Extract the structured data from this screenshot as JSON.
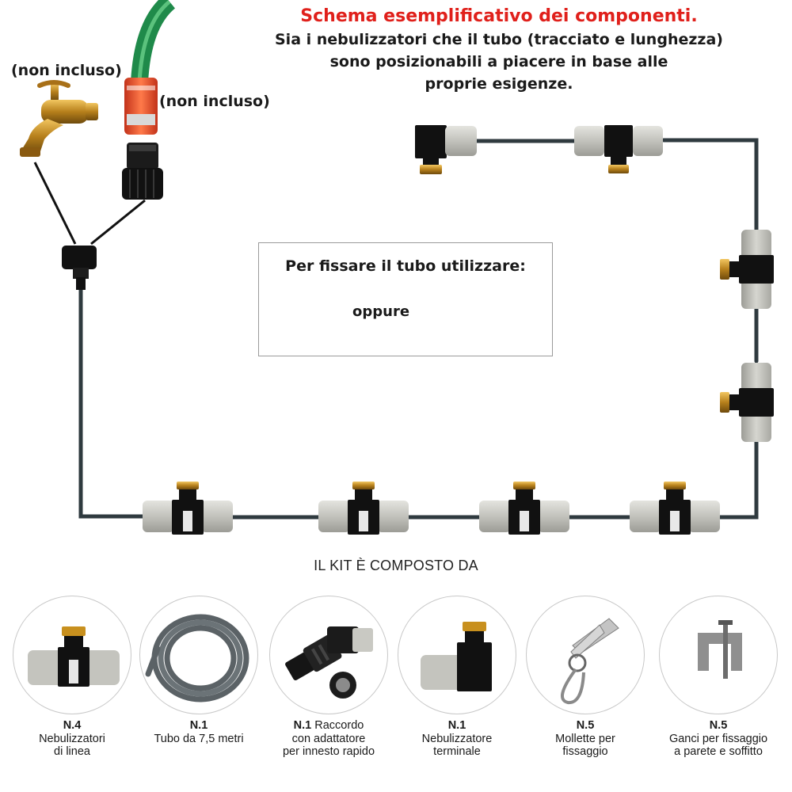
{
  "header": {
    "title": "Schema esemplificativo dei componenti.",
    "lines": [
      "Sia i nebulizzatori che il tubo (tracciato e lunghezza)",
      "sono posizionabili a piacere in base alle",
      "proprie esigenze."
    ]
  },
  "notes": {
    "tap_not_included": "(non incluso)",
    "hose_not_included": "(non incluso)"
  },
  "fixing": {
    "title": "Per fissare il tubo utilizzare:",
    "or": "oppure"
  },
  "kit": {
    "heading": "IL KIT È COMPOSTO DA",
    "items": [
      {
        "qty": "N.4",
        "line1": "Nebulizzatori",
        "line2": "di linea",
        "icon": "inline-nozzle-icon"
      },
      {
        "qty": "N.1",
        "line1": "Tubo da 7,5 metri",
        "line2": "",
        "icon": "hose-coil-icon"
      },
      {
        "qty": "N.1",
        "line1": "Raccordo",
        "line1b": "con adattatore",
        "line2": "per innesto rapido",
        "icon": "quick-connector-icon"
      },
      {
        "qty": "N.1",
        "line1": "Nebulizzatore",
        "line2": "terminale",
        "icon": "end-nozzle-icon"
      },
      {
        "qty": "N.5",
        "line1": "Mollette per",
        "line2": "fissaggio",
        "icon": "clip-icon"
      },
      {
        "qty": "N.5",
        "line1": "Ganci per fissaggio",
        "line2": "a parete e soffitto",
        "icon": "hook-icon"
      }
    ]
  },
  "colors": {
    "title_red": "#e0201b",
    "tube": "#2f3a3f",
    "fitting_grey": "#c9c9c3",
    "fitting_black": "#111111",
    "brass": "#c8901e",
    "hose_green": "#1f8a4a",
    "hose_orange": "#f0592a"
  }
}
